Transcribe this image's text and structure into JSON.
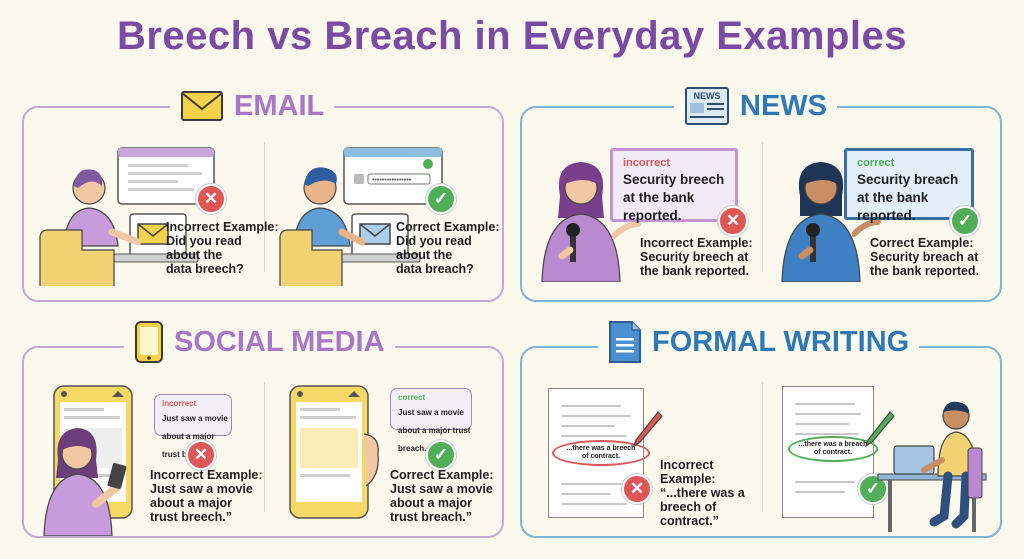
{
  "title": "Breech vs Breach in Everyday Examples",
  "colors": {
    "purple": "#a877c8",
    "blue": "#2f78b8",
    "incorrect": "#df5656",
    "correct": "#4fae57"
  },
  "email": {
    "label": "EMAIL",
    "icon": "envelope-icon",
    "incorrect_text": "Incorrect Example:\nDid you read\nabout the\ndata breech?",
    "correct_text": "Correct Example:\nDid you read\nabout the\ndata breach?"
  },
  "news": {
    "label": "NEWS",
    "icon": "newspaper-icon",
    "icon_text": "NEWS",
    "incorrect_tag": "incorrect",
    "incorrect_board": "Security breech\nat the bank\nreported.",
    "correct_tag": "correct",
    "correct_board": "Security breach\nat the bank\nreported.",
    "incorrect_text": "Incorrect Example:\nSecurity breech at\nthe bank reported.",
    "correct_text": "Correct Example:\nSecurity breach at\nthe bank reported."
  },
  "social": {
    "label": "SOCIAL MEDIA",
    "icon": "smartphone-icon",
    "incorrect_tag": "incorrect",
    "incorrect_bubble": "Just saw a movie\nabout a major\ntrust breech.",
    "correct_tag": "correct",
    "correct_bubble": "Just saw a movie\nabout a major trust\nbreach.",
    "incorrect_text": "Incorrect Example:\nJust saw a movie\nabout a major\ntrust breech.”",
    "correct_text": "Correct Example:\nJust saw a movie\nabout a major\ntrust breach.”"
  },
  "formal": {
    "label": "FORMAL WRITING",
    "icon": "document-icon",
    "incorrect_oval": "...there was a breech\nof contract.",
    "correct_oval": "...there was a breach\nof contract.",
    "incorrect_text": "Incorrect\nExample:\n“...there was a\nbreech of\ncontract.”"
  }
}
